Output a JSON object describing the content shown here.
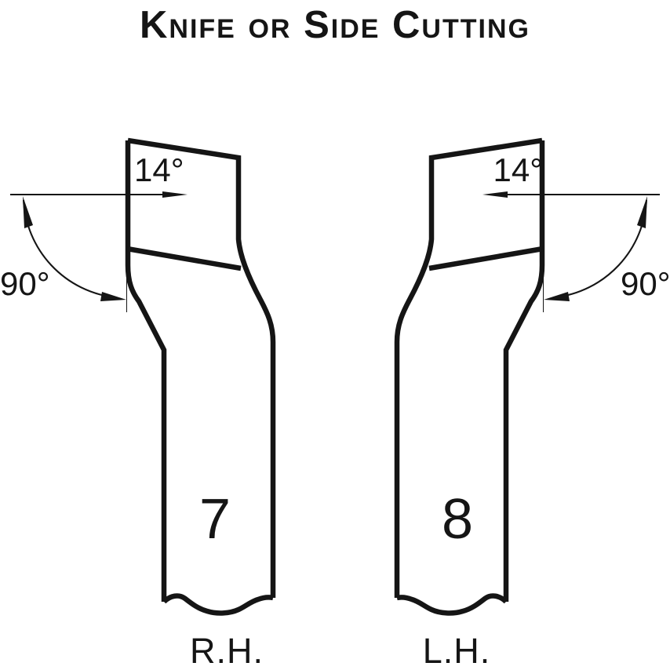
{
  "title": "Knife or Side Cutting",
  "colors": {
    "ink": "#151515",
    "background": "#ffffff"
  },
  "tools": [
    {
      "number": "7",
      "hand": "R.H.",
      "rake_angle_label": "14°",
      "cutting_edge_angle_label": "90°"
    },
    {
      "number": "8",
      "hand": "L.H.",
      "rake_angle_label": "14°",
      "cutting_edge_angle_label": "90°"
    }
  ]
}
